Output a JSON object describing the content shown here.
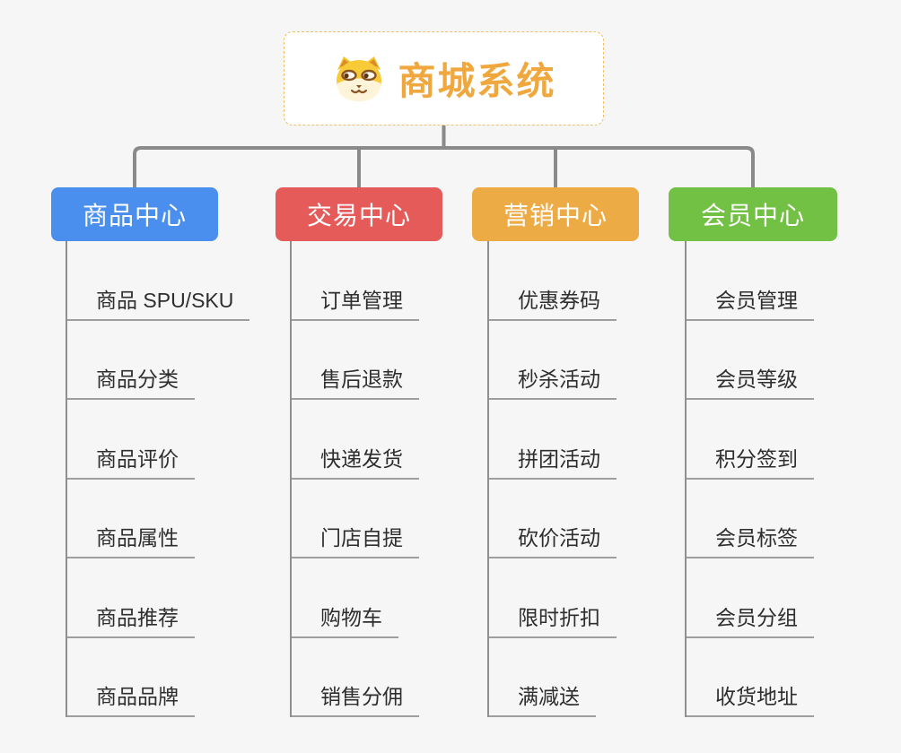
{
  "canvas": {
    "background": "#f6f6f6",
    "connector_color": "#8a8a8a",
    "leaf_line_color": "#9e9e9e"
  },
  "root": {
    "title": "商城系统",
    "icon": "shiba-dog-icon",
    "text_color": "#f0a73d",
    "border_color": "#f1bd69"
  },
  "branches": [
    {
      "label": "商品中心",
      "color": "#4a8fee",
      "children": [
        "商品 SPU/SKU",
        "商品分类",
        "商品评价",
        "商品属性",
        "商品推荐",
        "商品品牌"
      ]
    },
    {
      "label": "交易中心",
      "color": "#e55b59",
      "children": [
        "订单管理",
        "售后退款",
        "快递发货",
        "门店自提",
        "购物车",
        "销售分佣"
      ]
    },
    {
      "label": "营销中心",
      "color": "#ecab44",
      "children": [
        "优惠券码",
        "秒杀活动",
        "拼团活动",
        "砍价活动",
        "限时折扣",
        "满减送"
      ]
    },
    {
      "label": "会员中心",
      "color": "#72c044",
      "children": [
        "会员管理",
        "会员等级",
        "积分签到",
        "会员标签",
        "会员分组",
        "收货地址"
      ]
    }
  ]
}
